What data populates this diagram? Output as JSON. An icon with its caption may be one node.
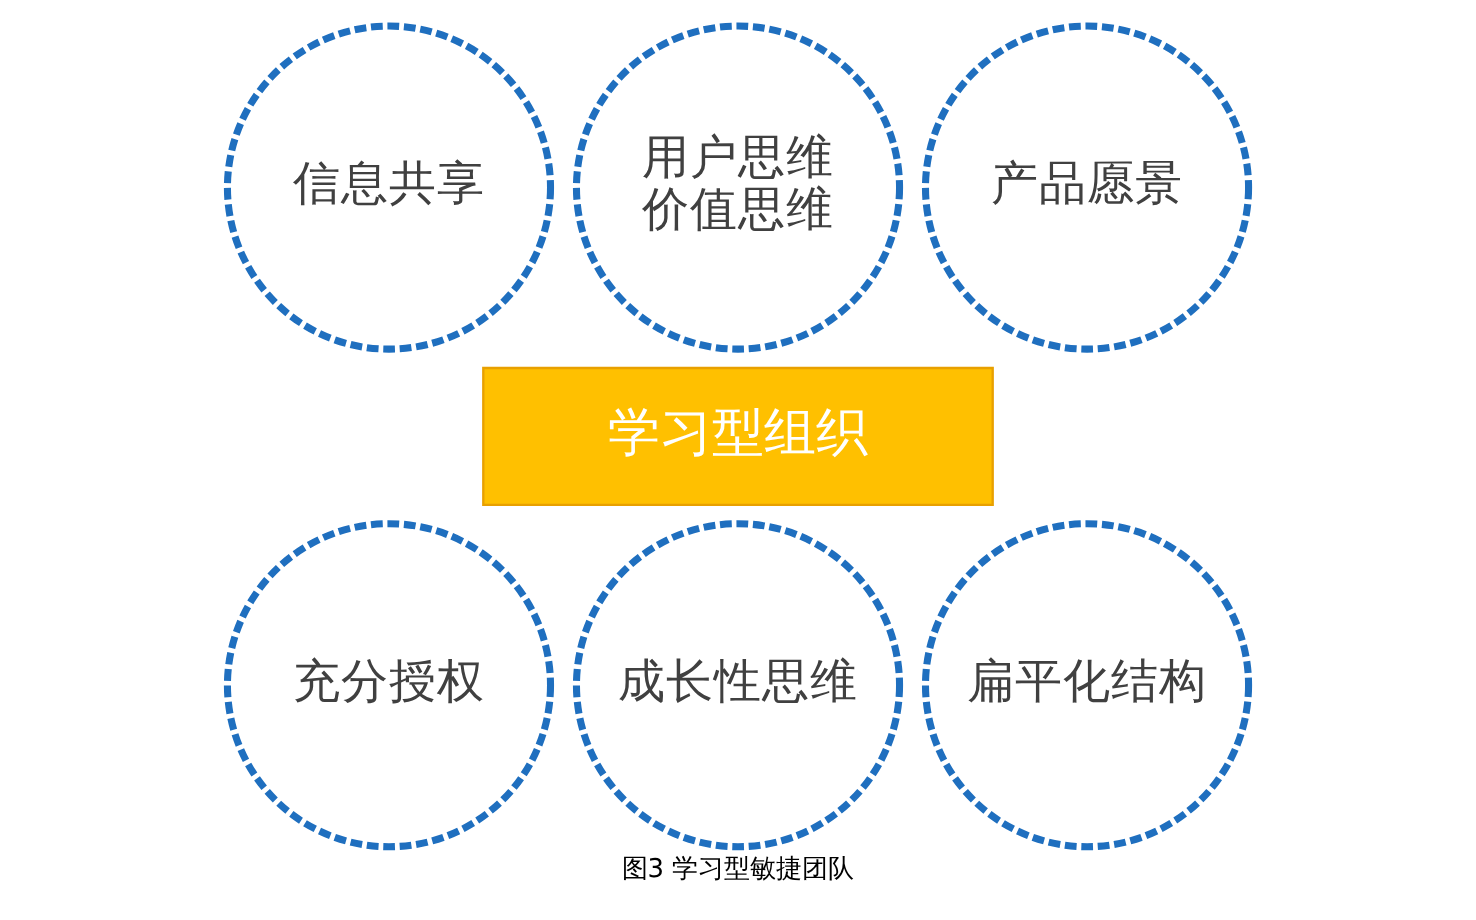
{
  "diagram": {
    "caption": "图3 学习型敏捷团队",
    "nodes": [
      {
        "text": [
          "信息共享"
        ]
      },
      {
        "text": [
          "用户思维价值思维"
        ]
      },
      {
        "text": [
          "产品愿景"
        ]
      },
      {
        "text": [
          "学习型组织"
        ]
      },
      {
        "text": [
          "充分授权"
        ]
      },
      {
        "text": [
          "成长性思维"
        ]
      },
      {
        "text": [
          "扁平化结构"
        ]
      }
    ],
    "edges": []
  }
}
